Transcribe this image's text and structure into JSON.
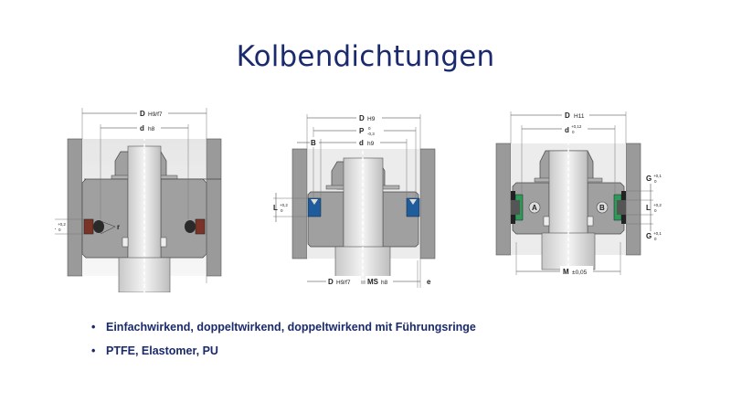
{
  "title": "Kolbendichtungen",
  "bullets": [
    "Einfachwirkend,  doppeltwirkend,  doppeltwirkend  mit Führungsringe",
    "PTFE, Elastomer,  PU"
  ],
  "colors": {
    "title": "#1a2a6c",
    "housing": "#9a9a9a",
    "piston": "#a8a8a8",
    "seal_brown": "#7a3326",
    "seal_blue": "#1f5c9c",
    "seal_green": "#2f9a55",
    "oring": "#2a2a2a"
  },
  "diagrams": [
    {
      "name": "single-acting",
      "labels": {
        "D": "D",
        "D_tol": "H9/f7",
        "d": "d",
        "d_tol": "h8",
        "L": "L",
        "L_tol_top": "+0,2",
        "L_tol_bot": "0",
        "r": "r"
      }
    },
    {
      "name": "double-acting",
      "labels": {
        "D": "D",
        "D_tol": "H9",
        "P": "P",
        "P_tol_top": "0",
        "P_tol_bot": "-0,3",
        "B": "B",
        "d": "d",
        "d_tol": "h9",
        "L": "L",
        "L_tol_top": "+0,2",
        "L_tol_bot": "0",
        "D2": "D",
        "D2_tol": "H9/f7",
        "MS": "MS",
        "MS_tol": "h8",
        "e": "e"
      }
    },
    {
      "name": "double-acting-guide-rings",
      "labels": {
        "D": "D",
        "D_tol": "H11",
        "d": "d",
        "d_tol_top": "+0,12",
        "d_tol_bot": "0",
        "G1": "G",
        "G1_tol_top": "+0,1",
        "G1_tol_bot": "0",
        "L": "L",
        "L_tol_top": "+0,2",
        "L_tol_bot": "0",
        "G2": "G",
        "G2_tol_top": "+0,1",
        "G2_tol_bot": "0",
        "A": "A",
        "B": "B",
        "M": "M",
        "M_tol": "±0,05"
      }
    }
  ]
}
